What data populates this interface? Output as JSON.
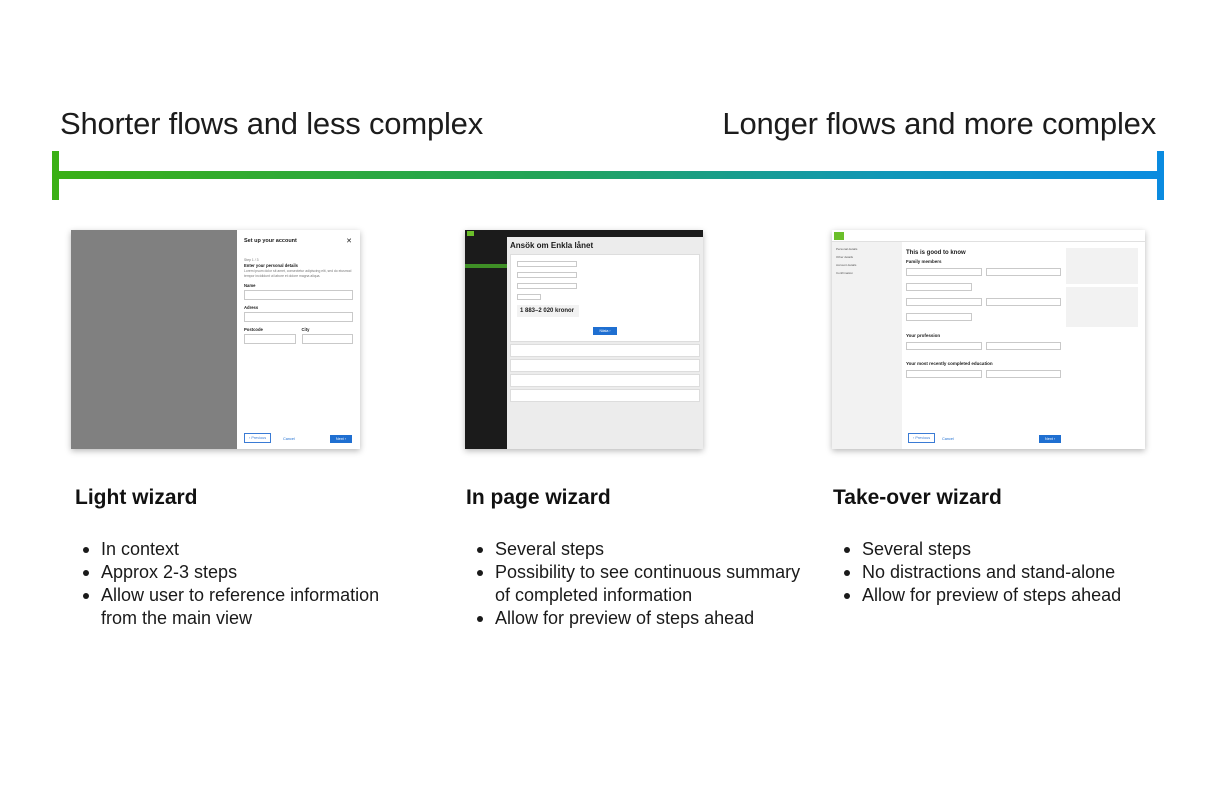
{
  "headings": {
    "left": "Shorter flows and less complex",
    "right": "Longer flows and more complex"
  },
  "colors": {
    "axis_start": "#3ab015",
    "axis_end": "#0a8be0"
  },
  "wizards": [
    {
      "label": "Light wizard",
      "bullets": [
        "In context",
        "Approx 2-3 steps",
        "Allow user to reference information from the main view"
      ],
      "screen": {
        "title": "Set up your account",
        "step": "Step 1 / 3",
        "heading": "Enter your personal details",
        "intro": "Lorem ipsum dolor sit amet, consectetur adipiscing elit, sed do eiusmod tempor incididunt ut labore et dolore magna aliqua.",
        "fields": [
          "Name",
          "Adress",
          "Postcode",
          "City"
        ],
        "previous": "Previous",
        "cancel": "Cancel",
        "next": "Next"
      }
    },
    {
      "label": "In page wizard",
      "bullets": [
        "Several steps",
        "Possibility to see continuous summary of completed information",
        "Allow for preview of steps ahead"
      ],
      "screen": {
        "title": "Ansök om Enkla lånet",
        "amount": "1 883–2 020 kronor",
        "next": "Nästa"
      }
    },
    {
      "label": "Take-over wizard",
      "bullets": [
        "Several steps",
        "No distractions and stand-alone",
        "Allow for preview of steps ahead"
      ],
      "screen": {
        "heading": "This is good to know",
        "side_steps": [
          "Personal details",
          "Other details",
          "Account details",
          "Confirmation"
        ],
        "sections": [
          "Family members",
          "Your profession",
          "Your most recently completed education"
        ],
        "previous": "Previous",
        "cancel": "Cancel",
        "next": "Next"
      }
    }
  ]
}
